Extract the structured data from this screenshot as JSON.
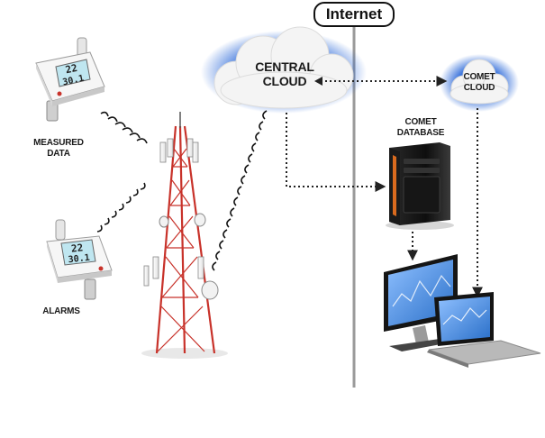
{
  "header": {
    "internet_label": "Internet"
  },
  "labels": {
    "central_cloud": [
      "CENTRAL",
      "CLOUD"
    ],
    "comet_cloud": [
      "COMET",
      "CLOUD"
    ],
    "comet_database": [
      "COMET",
      "DATABASE"
    ],
    "measured_data": [
      "MEASURED",
      "DATA"
    ],
    "alarms": "ALARMS"
  },
  "devices": {
    "sensor_top": {
      "display_line1": "22",
      "display_line2": "30.1"
    },
    "sensor_bottom": {
      "display_line1": "22",
      "display_line2": "30.1"
    }
  },
  "colors": {
    "cloud_glow": "#1e5fd6",
    "tower_red": "#c8322a",
    "divider": "#9a9a9a",
    "connector": "#222222",
    "screen_blue": "#3a7fd0"
  }
}
